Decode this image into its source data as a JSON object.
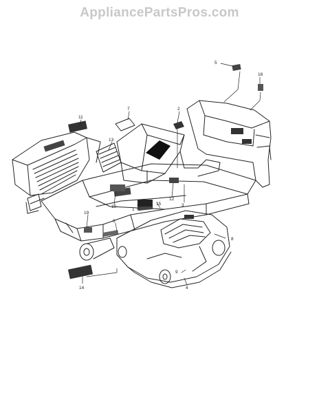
{
  "watermark": {
    "text": "AppliancePartsPros.com",
    "color": "#c8c8c8"
  },
  "diagram": {
    "callouts": [
      {
        "id": "c1",
        "label": "1"
      },
      {
        "id": "c2",
        "label": "2"
      },
      {
        "id": "c3",
        "label": "3"
      },
      {
        "id": "c4",
        "label": "4"
      },
      {
        "id": "c5",
        "label": "5"
      },
      {
        "id": "c6",
        "label": "6"
      },
      {
        "id": "c7",
        "label": "7"
      },
      {
        "id": "c8",
        "label": "8"
      },
      {
        "id": "c9",
        "label": "9"
      },
      {
        "id": "c10",
        "label": "10"
      },
      {
        "id": "c11",
        "label": "11"
      },
      {
        "id": "c12",
        "label": "12"
      },
      {
        "id": "c13",
        "label": "13"
      },
      {
        "id": "c14",
        "label": "14"
      },
      {
        "id": "c15",
        "label": "15"
      },
      {
        "id": "c16",
        "label": "16"
      },
      {
        "id": "c19",
        "label": "19"
      }
    ]
  }
}
